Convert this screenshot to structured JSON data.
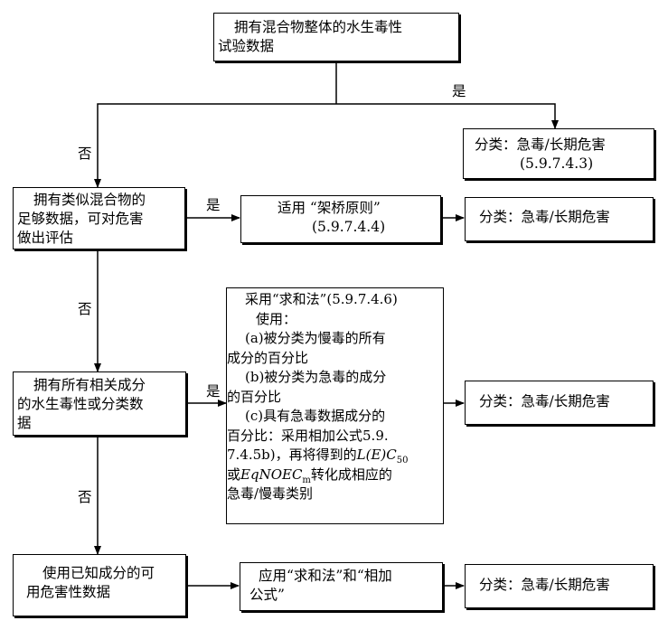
{
  "nodes": {
    "q1": [
      "拥有混合物整体的水生毒性",
      "试验数据"
    ],
    "q2": [
      "拥有类似混合物的",
      "足够数据，可对危害",
      "做出评估"
    ],
    "q3": [
      "拥有所有相关成分",
      "的水生毒性或分类数",
      "据"
    ],
    "q4": [
      "使用已知成分的可",
      "用危害性数据"
    ],
    "r1": [
      "分类：急毒/长期危害",
      "(5.9.7.4.3)"
    ],
    "bridge": [
      "适用 “架桥原则”",
      "(5.9.7.4.4)"
    ],
    "r2": [
      "分类：急毒/长期危害"
    ],
    "sum": {
      "l1": "采用“求和法”(5.9.7.4.6)",
      "l2": "使用：",
      "l3": "(a)被分类为慢毒的所有",
      "l4": "成分的百分比",
      "l5": "(b)被分类为急毒的成分",
      "l6": "的百分比",
      "l7": "(c)具有急毒数据成分的",
      "l8": "百分比：采用相加公式5.9.",
      "l9a": "7.4.5b)，再将得到的",
      "l9b": "L(E)C",
      "l9c": "50",
      "l10a": "或",
      "l10b": "EqNOEC",
      "l10c": "m",
      "l10d": "转化成相应的",
      "l11": "急毒/慢毒类别"
    },
    "r3": [
      "分类：急毒/长期危害"
    ],
    "apply": [
      "应用“求和法”和“相加",
      "公式”"
    ],
    "r4": [
      "分类：急毒/长期危害"
    ]
  },
  "edges": {
    "yes": "是",
    "no": "否"
  }
}
